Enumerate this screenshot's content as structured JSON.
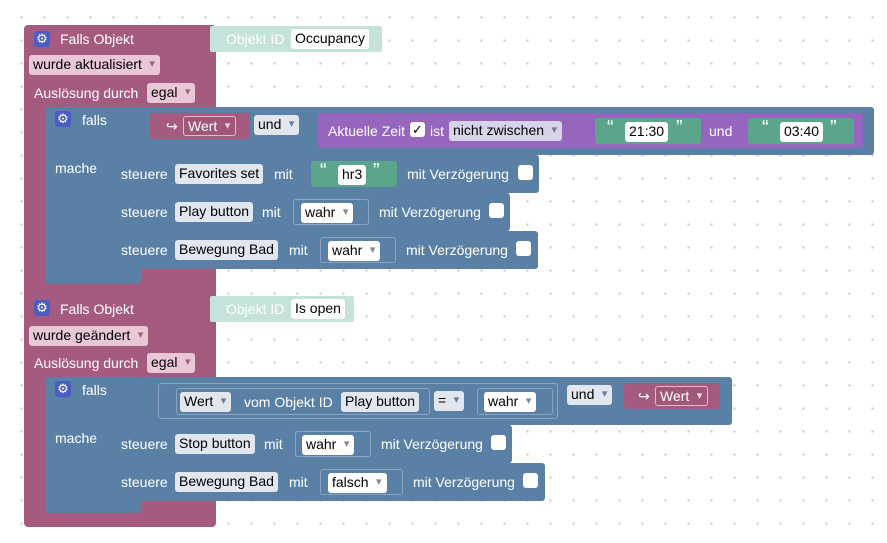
{
  "event1": {
    "header": "Falls Objekt",
    "object_id_label": "Objekt ID",
    "object_id_value": "Occupancy",
    "trigger_type": "wurde aktualisiert",
    "trigger_source_label": "Auslösung durch",
    "trigger_source_value": "egal",
    "if_label": "falls",
    "do_label": "mache",
    "value_block": "Wert",
    "and_label": "und",
    "time_label": "Aktuelle Zeit",
    "time_check": "✓",
    "is_label": "ist",
    "time_operator": "nicht zwischen",
    "time_from": "21:30",
    "between_and": "und",
    "time_to": "03:40",
    "actions": [
      {
        "verb": "steuere",
        "target": "Favorites set",
        "with_label": "mit",
        "value": "hr3",
        "delay_label": "mit Verzögerung"
      },
      {
        "verb": "steuere",
        "target": "Play button",
        "with_label": "mit",
        "value": "wahr",
        "delay_label": "mit Verzögerung"
      },
      {
        "verb": "steuere",
        "target": "Bewegung Bad",
        "with_label": "mit",
        "value": "wahr",
        "delay_label": "mit Verzögerung"
      }
    ]
  },
  "event2": {
    "header": "Falls Objekt",
    "object_id_label": "Objekt ID",
    "object_id_value": "Is open",
    "trigger_type": "wurde geändert",
    "trigger_source_label": "Auslösung durch",
    "trigger_source_value": "egal",
    "if_label": "falls",
    "do_label": "mache",
    "value_field": "Wert",
    "from_object_label": "vom Objekt ID",
    "from_object_value": "Play button",
    "compare_op": "=",
    "compare_value": "wahr",
    "and_label": "und",
    "value_block": "Wert",
    "actions": [
      {
        "verb": "steuere",
        "target": "Stop button",
        "with_label": "mit",
        "value": "wahr",
        "delay_label": "mit Verzögerung"
      },
      {
        "verb": "steuere",
        "target": "Bewegung Bad",
        "with_label": "mit",
        "value": "falsch",
        "delay_label": "mit Verzögerung"
      }
    ]
  },
  "colors": {
    "event_block": "#a55b80",
    "logic_block": "#5b80a5",
    "action_block": "#5b80a5",
    "time_block": "#9666bf",
    "text_block": "#5ba58c",
    "id_block": "#c5e3da"
  },
  "icons": {
    "gear": "gear-icon",
    "variable_arrow": "variable-arrow-icon",
    "quote_open": "“",
    "quote_close": "”"
  }
}
